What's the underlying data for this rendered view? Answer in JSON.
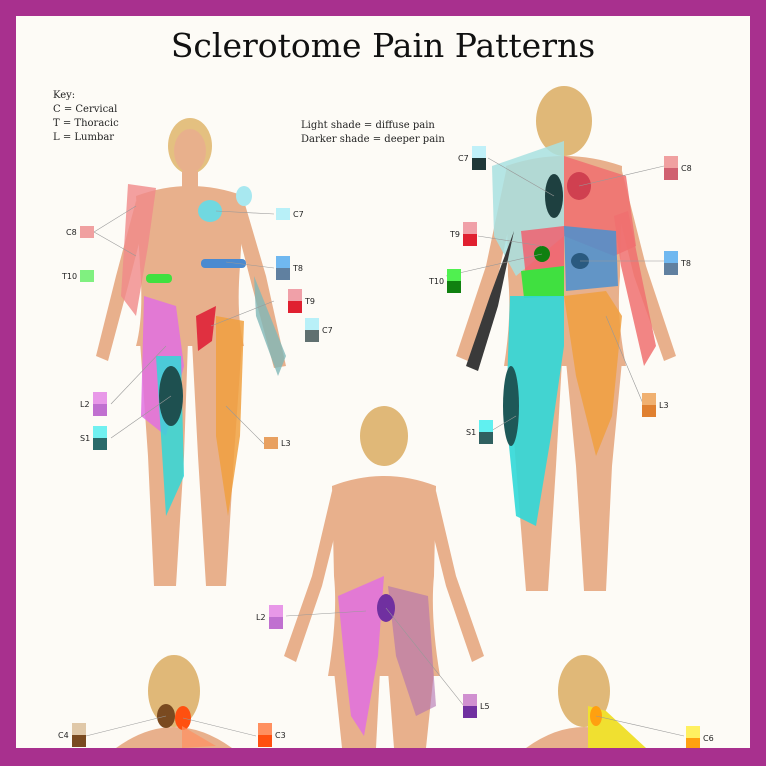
{
  "title": "Sclerotome Pain Patterns",
  "key": {
    "heading": "Key:",
    "c": "C = Cervical",
    "t": "T = Thoracic",
    "l": "L = Lumbar"
  },
  "shade": {
    "light": "Light shade = diffuse pain",
    "dark": "Darker shade = deeper pain"
  },
  "labels": [
    {
      "text": "C8",
      "light": "#f0a0a0",
      "dark": null
    },
    {
      "text": "T10",
      "light": "#80f080",
      "dark": null
    },
    {
      "text": "L2",
      "light": "#e898e8",
      "dark": "#c070d0"
    },
    {
      "text": "S1",
      "light": "#70f0f0",
      "dark": "#2a6a6a"
    },
    {
      "text": "C7",
      "light": "#b8f0f8",
      "dark": null
    },
    {
      "text": "T8",
      "light": "#70b8f0",
      "dark": "#6080a0"
    },
    {
      "text": "T9",
      "light": "#f0a0a8",
      "dark": "#e02030"
    },
    {
      "text": "C7",
      "light": "#b8f0f8",
      "dark": "#607070"
    },
    {
      "text": "L3",
      "light": "#e8a060",
      "dark": null
    },
    {
      "text": "C7",
      "light": "#c0f0f8",
      "dark": "#203838"
    },
    {
      "text": "C8",
      "light": "#f0a0a0",
      "dark": "#d06070"
    },
    {
      "text": "T9",
      "light": "#f0a0a8",
      "dark": "#e02030"
    },
    {
      "text": "T8",
      "light": "#70b8f0",
      "dark": "#6080a0"
    },
    {
      "text": "T10",
      "light": "#50f050",
      "dark": "#108010"
    },
    {
      "text": "L3",
      "light": "#f0b070",
      "dark": "#e08030"
    },
    {
      "text": "S1",
      "light": "#60f0f0",
      "dark": "#306060"
    },
    {
      "text": "L2",
      "light": "#e898e8",
      "dark": "#c070d0"
    },
    {
      "text": "L5",
      "light": "#d090d0",
      "dark": "#7030a0"
    },
    {
      "text": "C4",
      "light": "#e0c8a8",
      "dark": "#7a4a20"
    },
    {
      "text": "C3",
      "light": "#ff9060",
      "dark": "#ff5010"
    },
    {
      "text": "C6",
      "light": "#fff060",
      "dark": "#ffa010"
    }
  ]
}
